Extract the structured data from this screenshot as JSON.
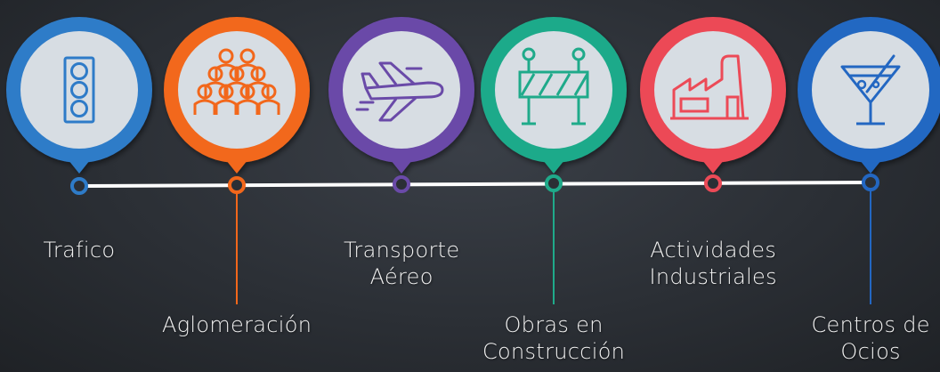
{
  "items": [
    {
      "id": "trafico",
      "label_lines": [
        "Trafico"
      ],
      "color": "#2e7bc8",
      "icon": "traffic-light-icon"
    },
    {
      "id": "aglomeracion",
      "label_lines": [
        "Aglomeración"
      ],
      "color": "#f2671b",
      "icon": "crowd-icon"
    },
    {
      "id": "transporte-aereo",
      "label_lines": [
        "Transporte",
        "Aéreo"
      ],
      "color": "#6a4aa8",
      "icon": "airplane-icon"
    },
    {
      "id": "obras-construccion",
      "label_lines": [
        "Obras en",
        "Construcción"
      ],
      "color": "#1faa8a",
      "icon": "construction-barrier-icon"
    },
    {
      "id": "actividades-industriales",
      "label_lines": [
        "Actividades",
        "Industriales"
      ],
      "color": "#ec4a57",
      "icon": "factory-icon"
    },
    {
      "id": "centros-ocios",
      "label_lines": [
        "Centros de",
        "Ocios"
      ],
      "color": "#2367c2",
      "icon": "cocktail-glass-icon"
    }
  ],
  "colors": {
    "timeline": "#ffffff",
    "icon_disc": "#d7dde3",
    "label_text": "#f2f2f2"
  }
}
